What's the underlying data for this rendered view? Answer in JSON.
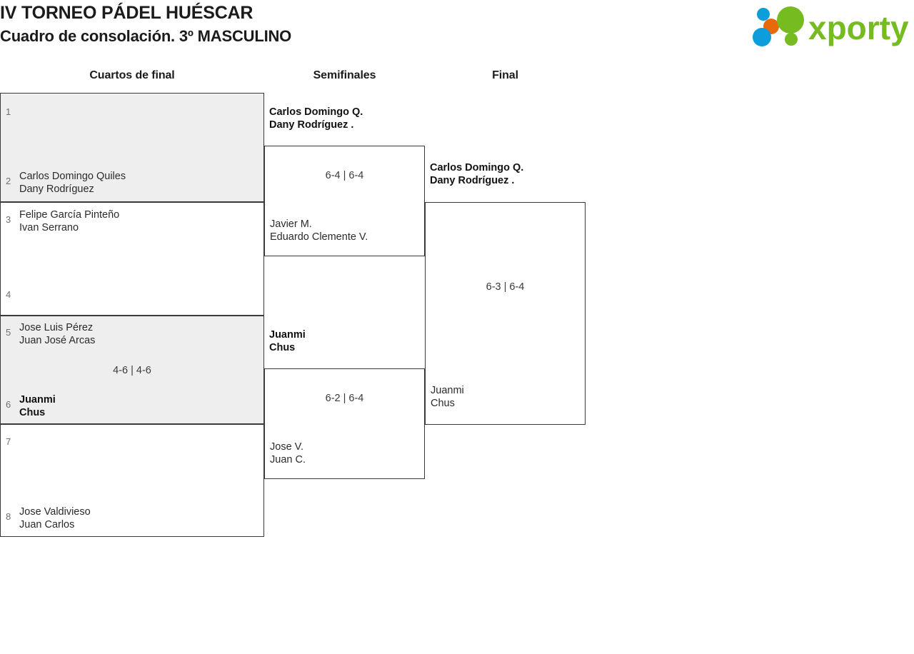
{
  "header": {
    "tournament_title": "IV TORNEO PÁDEL HUÉSCAR",
    "subtitle": "Cuadro de consolación. 3º MASCULINO",
    "logo": {
      "name": "xporty-logo",
      "wordmark": "xporty",
      "colors": {
        "green": "#76bc21",
        "blue": "#0d9ddb",
        "orange": "#e8690b"
      }
    }
  },
  "bracket": {
    "rounds": [
      {
        "label": "Cuartos de final"
      },
      {
        "label": "Semifinales"
      },
      {
        "label": "Final"
      }
    ],
    "round1": {
      "matches": [
        {
          "score": "",
          "top": {
            "seed": "1",
            "line1": "",
            "line2": "",
            "winner": false
          },
          "bottom": {
            "seed": "2",
            "line1": "Carlos Domingo Quiles",
            "line2": "Dany Rodríguez",
            "winner": false
          },
          "shaded": true
        },
        {
          "score": "",
          "top": {
            "seed": "3",
            "line1": "Felipe García Pinteño",
            "line2": "Ivan Serrano",
            "winner": false
          },
          "bottom": {
            "seed": "4",
            "line1": "",
            "line2": "",
            "winner": false
          },
          "shaded": false
        },
        {
          "score": "4-6 | 4-6",
          "top": {
            "seed": "5",
            "line1": "Jose Luis Pérez",
            "line2": "Juan José Arcas",
            "winner": false
          },
          "bottom": {
            "seed": "6",
            "line1": "Juanmi",
            "line2": "Chus",
            "winner": true
          },
          "shaded": true
        },
        {
          "score": "",
          "top": {
            "seed": "7",
            "line1": "",
            "line2": "",
            "winner": false
          },
          "bottom": {
            "seed": "8",
            "line1": "Jose Valdivieso",
            "line2": "Juan Carlos",
            "winner": false
          },
          "shaded": false
        }
      ]
    },
    "round2": {
      "matches": [
        {
          "score": "6-4 | 6-4",
          "top": {
            "line1": "Carlos Domingo Q.",
            "line2": "Dany Rodríguez .",
            "winner": true
          },
          "bottom": {
            "line1": "Javier M.",
            "line2": "Eduardo Clemente V.",
            "winner": false
          }
        },
        {
          "score": "6-2 | 6-4",
          "top": {
            "line1": "Juanmi",
            "line2": "Chus",
            "winner": true
          },
          "bottom": {
            "line1": "Jose V.",
            "line2": "Juan C.",
            "winner": false
          }
        }
      ]
    },
    "round3": {
      "matches": [
        {
          "score": "6-3 | 6-4",
          "top": {
            "line1": "Carlos Domingo Q.",
            "line2": "Dany Rodríguez .",
            "winner": true
          },
          "bottom": {
            "line1": "Juanmi",
            "line2": "Chus",
            "winner": false
          }
        }
      ]
    }
  }
}
